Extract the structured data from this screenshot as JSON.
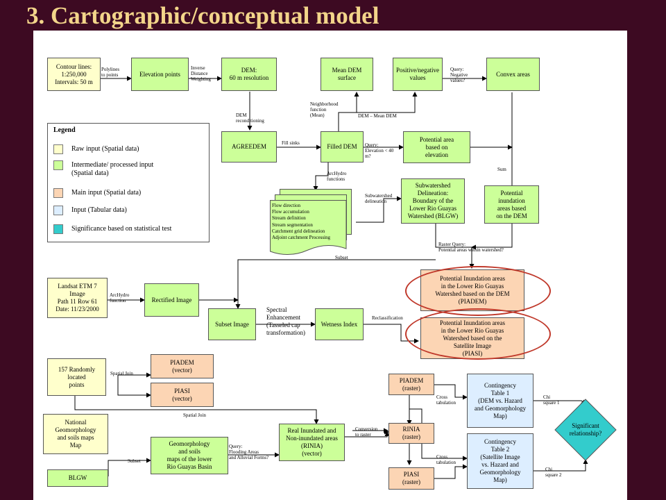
{
  "title": "3. Cartographic/conceptual model",
  "colors": {
    "background": "#3d0a22",
    "title": "#f3d58a",
    "raw_input": "#ffffcc",
    "intermediate": "#ccff99",
    "main_input": "#fcd5b4",
    "tabular_input": "#ddeeff",
    "significance": "#33cccc",
    "highlight_ring": "#c0392b"
  },
  "legend": {
    "title": "Legend",
    "items": [
      {
        "label": "Raw input (Spatial data)"
      },
      {
        "label": "Intermediate/ processed input\n  (Spatial data)"
      },
      {
        "label": "Main input (Spatial data)"
      },
      {
        "label": "Input (Tabular data)"
      },
      {
        "label": "Significance based on statistical test"
      }
    ]
  },
  "boxes": {
    "contour": "Contour lines:\n1:250,000\nIntervals: 50 m",
    "elev_points": "Elevation points",
    "dem": "DEM:\n60 m resolution",
    "mean_dem": "Mean DEM\nsurface",
    "posneg": "Positive/negative\nvalues",
    "convex": "Convex areas",
    "agreedem": "AGREEDEM",
    "filled_dem": "Filled DEM",
    "pot_area": "Potential area\nbased on\nelevation",
    "subwatershed": "Subwatershed\nDelineation:\nBoundary of the\nLower Rio Guayas\nWatershed (BLGW)",
    "pot_inund_dem": "Potential\ninundation\nareas based\non the DEM",
    "landsat": "Landsat ETM 7\nImage\nPath 11 Row 61\nDate: 11/23/2000",
    "rectified": "Rectified Image",
    "subset_img": "Subset Image",
    "wetness": "Wetness Index",
    "piadem_big": "Potential Inundation areas\nin the Lower Rio Guayas\nWatershed based on the DEM\n(PIADEM)",
    "piasi_big": "Potential Inundation areas\nin the Lower Rio Guayas\nWatershed based on the\nSatellite Image\n(PIASI)",
    "random_pts": "157 Randomly\nlocated\npoints",
    "piadem_vec": "PIADEM\n(vector)",
    "piasi_vec": "PIASI\n(vector)",
    "national": "National\nGeomorphology\nand soils maps\nMap",
    "geomorph": "Geomorphology\nand soils\nmaps of the lower\nRio Guayas Basin",
    "blgw": "BLGW",
    "real_inund": "Real Inundated and\nNon-inundated areas\n(RINIA)\n(vector)",
    "piadem_ras": "PIADEM\n(raster)",
    "rinia_ras": "RINIA\n(raster)",
    "piasi_ras": "PIASI\n(raster)",
    "ct1": "Contingency\nTable 1\n(DEM vs. Hazard\nand Geomorphology\nMap)",
    "ct2": "Contingency\nTable 2\n(Satellite Image\nvs. Hazard and\nGeomorphology\nMap)",
    "significant": "Significant\nrelationship?"
  },
  "stack_items": [
    "Flow direction",
    "Flow accumulation",
    "Stream definition",
    "Stream segmentation",
    "Catchment grid delineation",
    "Adjoint catchment Processing"
  ],
  "labels": {
    "polylines": "Polylines\nto points",
    "idw": "Inverse\nDistance\nWeighting",
    "dem_recond": "DEM\nreconditioning",
    "neighborhood": "Neighborhood\nfunction\n(Mean)",
    "dem_minus": "DEM – Mean DEM",
    "query_neg": "Query:\nNegative\nvalues?",
    "fill_sinks": "Fill sinks",
    "query_elev": "Query:\nElevation < 40\nm?",
    "sum": "Sum",
    "archydro_fn": "ArcHydro\nfunctions",
    "subws_delin": "Subwatershed\ndelineation",
    "raster_query": "Raster Query:\nPotential areas within watershed?",
    "subset": "Subset",
    "archydro_function": "ArcHydro\nfunction",
    "spectral": "Spectral\nEnhancement\n(Tasseled cap\ntransformation)",
    "reclass": "Reclassification",
    "spatial_join1": "Spatial Join",
    "spatial_join2": "Spatial Join",
    "subset2": "Subset",
    "query_flood": "Query:\nFlooding Areas\nand Alluvial Forms?",
    "conversion": "Conversion\nto raster",
    "cross1": "Cross\ntabulation",
    "cross2": "Cross\ntabulation",
    "chi1": "Chi\nsquare 1",
    "chi2": "Chi\nsquare 2"
  }
}
